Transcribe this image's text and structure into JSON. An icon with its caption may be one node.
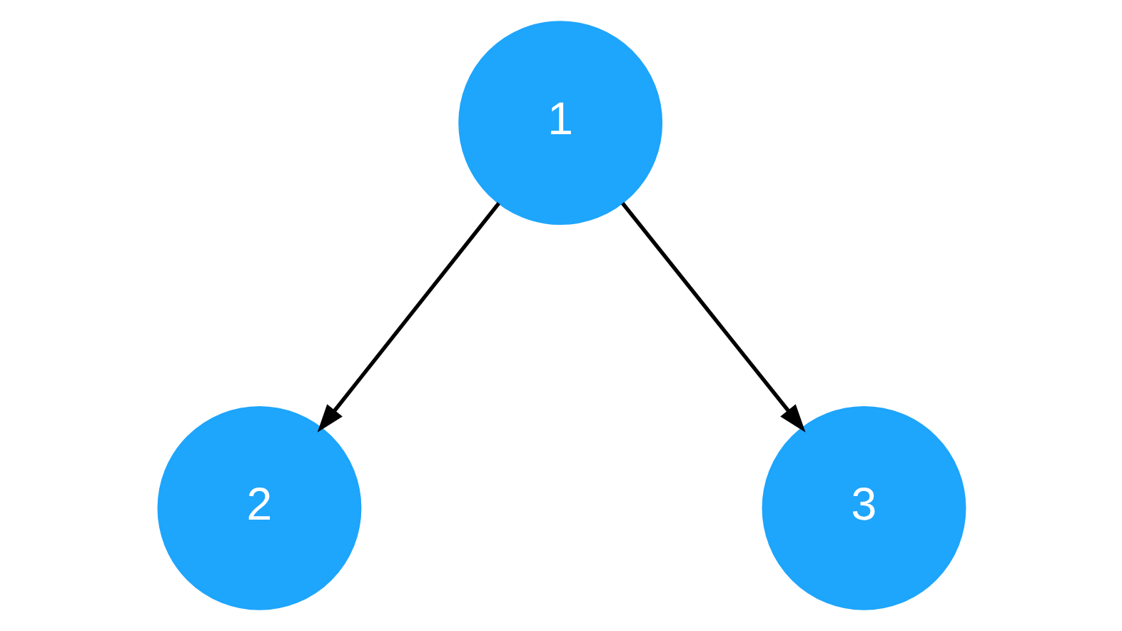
{
  "diagram": {
    "nodes": [
      {
        "text": [
          "1"
        ]
      },
      {
        "text": [
          "2"
        ]
      },
      {
        "text": [
          "3"
        ]
      }
    ],
    "edges": [
      {
        "from": 0,
        "to": 1,
        "arrow": "to"
      },
      {
        "from": 0,
        "to": 2,
        "arrow": "to"
      }
    ]
  }
}
